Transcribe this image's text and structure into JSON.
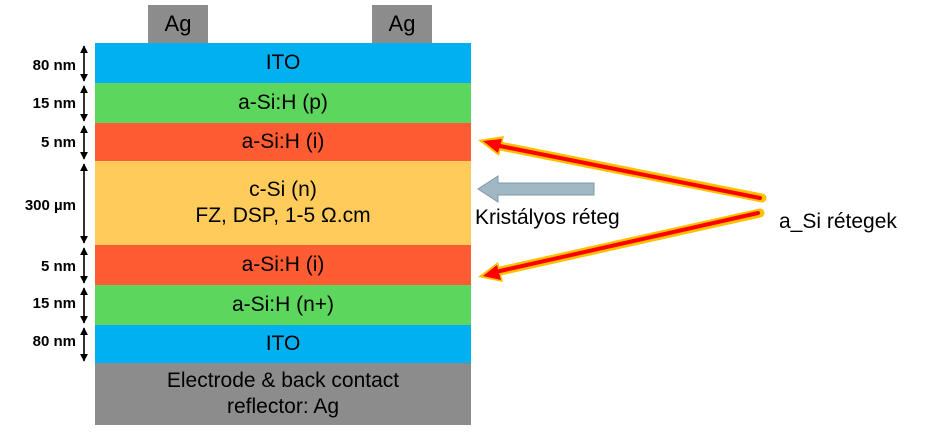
{
  "contacts": {
    "left": "Ag",
    "right": "Ag"
  },
  "layers": {
    "ito_top": "ITO",
    "asi_p": "a-Si:H (p)",
    "asi_i_top": "a-Si:H (i)",
    "csi_line1": "c-Si (n)",
    "csi_line2": "FZ, DSP, 1-5 Ω.cm",
    "asi_i_bottom": "a-Si:H (i)",
    "asi_n": "a-Si:H (n+)",
    "ito_bottom": "ITO",
    "electrode_line1": "Electrode & back contact",
    "electrode_line2": "reflector: Ag"
  },
  "thickness": {
    "ito_top": "80 nm",
    "asi_p": "15 nm",
    "asi_i_top": "5 nm",
    "csi": "300 µm",
    "asi_i_bottom": "5 nm",
    "asi_n": "15 nm",
    "ito_bottom": "80 nm"
  },
  "annotations": {
    "crystalline": "Kristályos réteg",
    "amorphous": "a_Si rétegek"
  },
  "colors": {
    "ito": "#00b0f0",
    "doped": "#5cd65c",
    "intrinsic": "#ff5c33",
    "csi": "#ffcc5c",
    "metal": "#8c8c8c",
    "arrow_red": "#ff0000",
    "arrow_outline": "#ffc000",
    "arrow_grey": "#9fb8c4"
  }
}
